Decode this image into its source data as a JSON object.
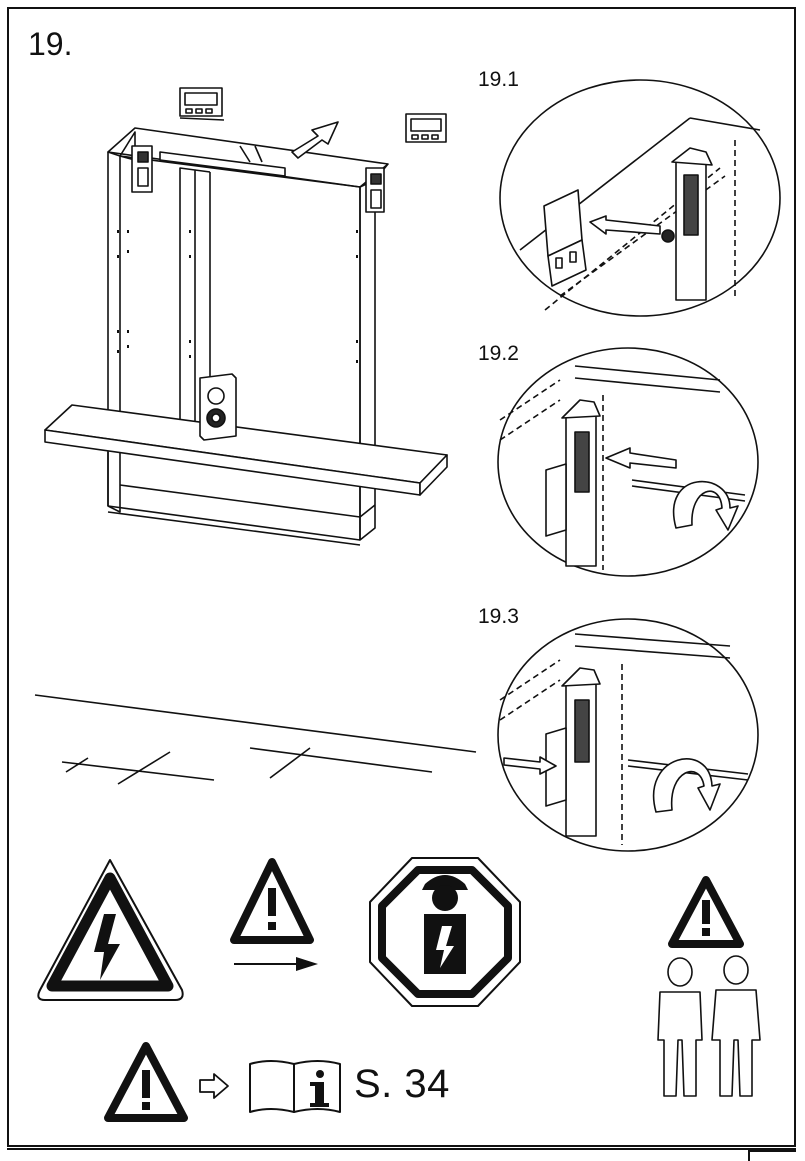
{
  "step_number": "19.",
  "substeps": {
    "a": "19.1",
    "b": "19.2",
    "c": "19.3"
  },
  "manual_reference": "S. 34",
  "icons": {
    "high_voltage": "high-voltage-warning-icon",
    "caution": "caution-icon",
    "electrician": "electrician-icon",
    "two_persons": "two-persons-icon",
    "info_manual": "info-manual-icon"
  }
}
